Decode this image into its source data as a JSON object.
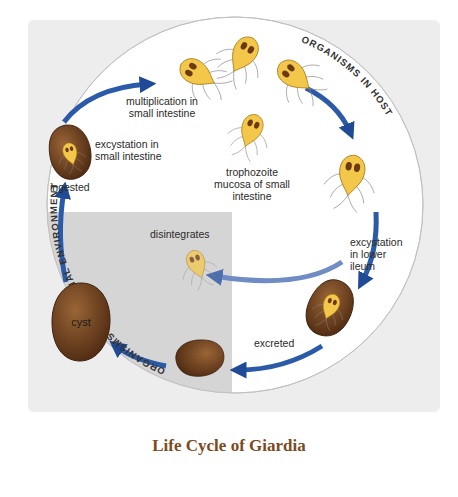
{
  "diagram": {
    "title": "Life Cycle of Giardia",
    "nodes": [
      {
        "text": [
          "cyst"
        ]
      }
    ],
    "labels": [
      "ORGANISMS IN HOST",
      "multiplication in small intestine",
      "excystation in small intestine",
      "ingested",
      "trophozoite mucosa of small intestine",
      "excystation in lower ileum",
      "disintegrates",
      "excreted",
      "ORGANISMS IN EXTERNAL ENVIRONMENT"
    ]
  }
}
